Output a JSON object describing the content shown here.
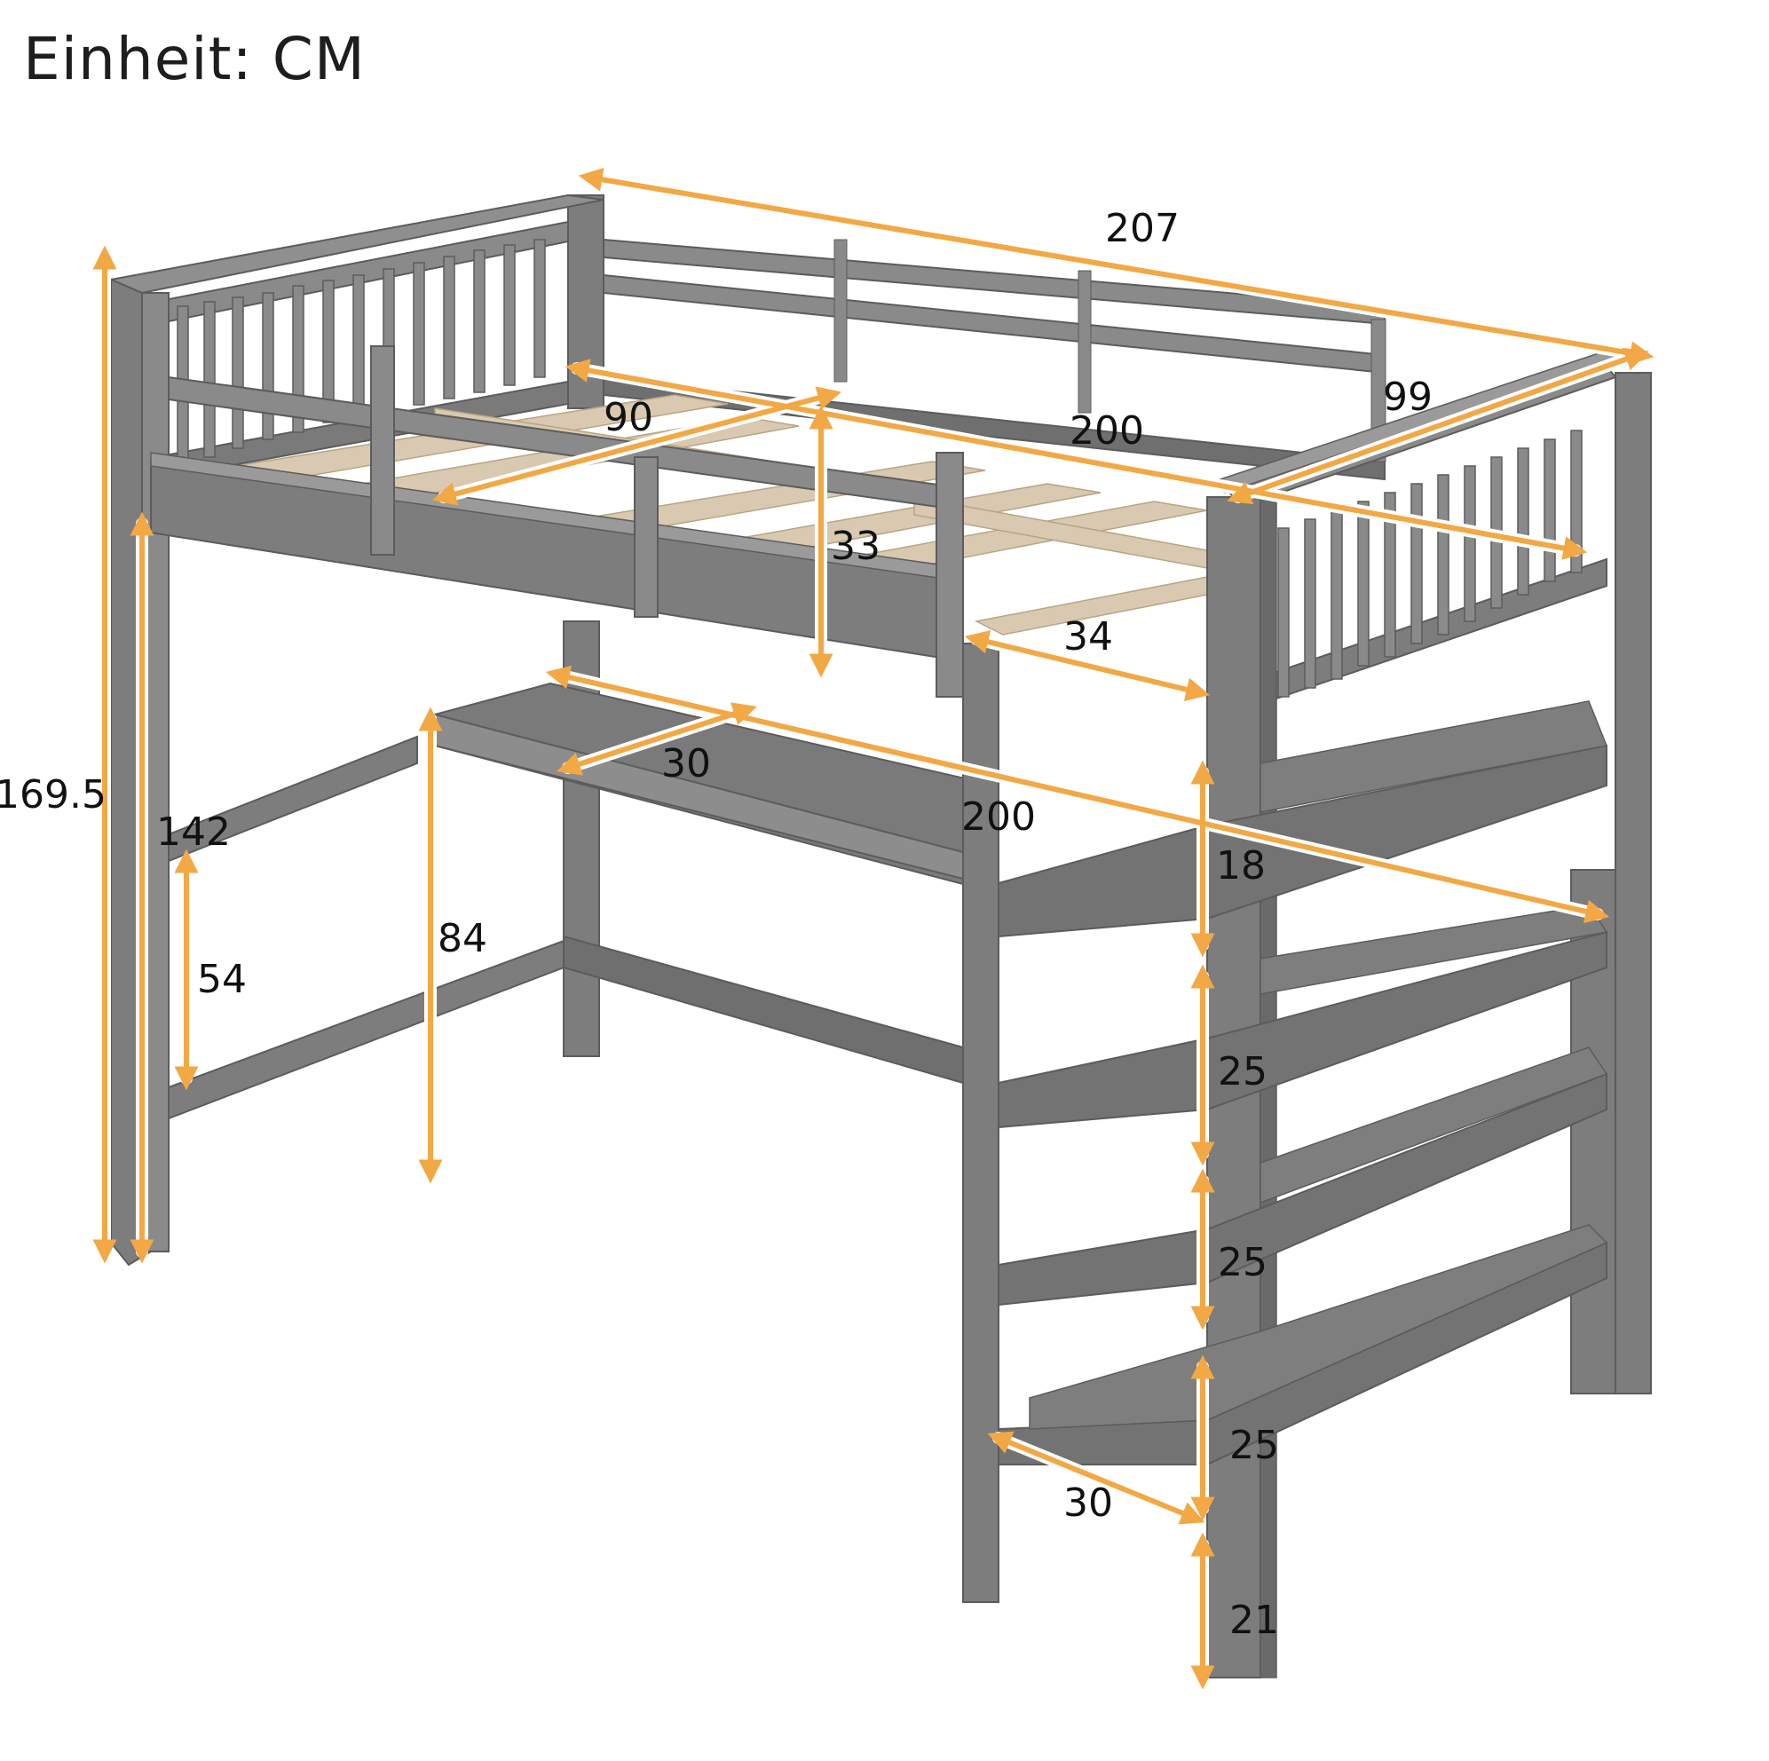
{
  "title": "Einheit: CM",
  "colors": {
    "frame": "#7d7d7d",
    "frame_dark": "#5c5c5c",
    "frame_light": "#9a9a9a",
    "slat_wood": "#d9c9b0",
    "arrow": "#f2a845",
    "arrow_outline": "#ffffff"
  },
  "dimensions": {
    "total_length": "207",
    "total_width": "99",
    "mattress_length": "200",
    "mattress_width": "90",
    "guardrail_height": "33",
    "ladder_opening": "34",
    "desk_depth": "30",
    "desk_length": "200",
    "total_height": "169.5",
    "under_bed_height": "142",
    "desk_height": "84",
    "rail_height": "54",
    "step_top": "18",
    "step_2": "25",
    "step_3": "25",
    "step_4": "25",
    "step_depth": "30",
    "step_bottom": "21"
  }
}
